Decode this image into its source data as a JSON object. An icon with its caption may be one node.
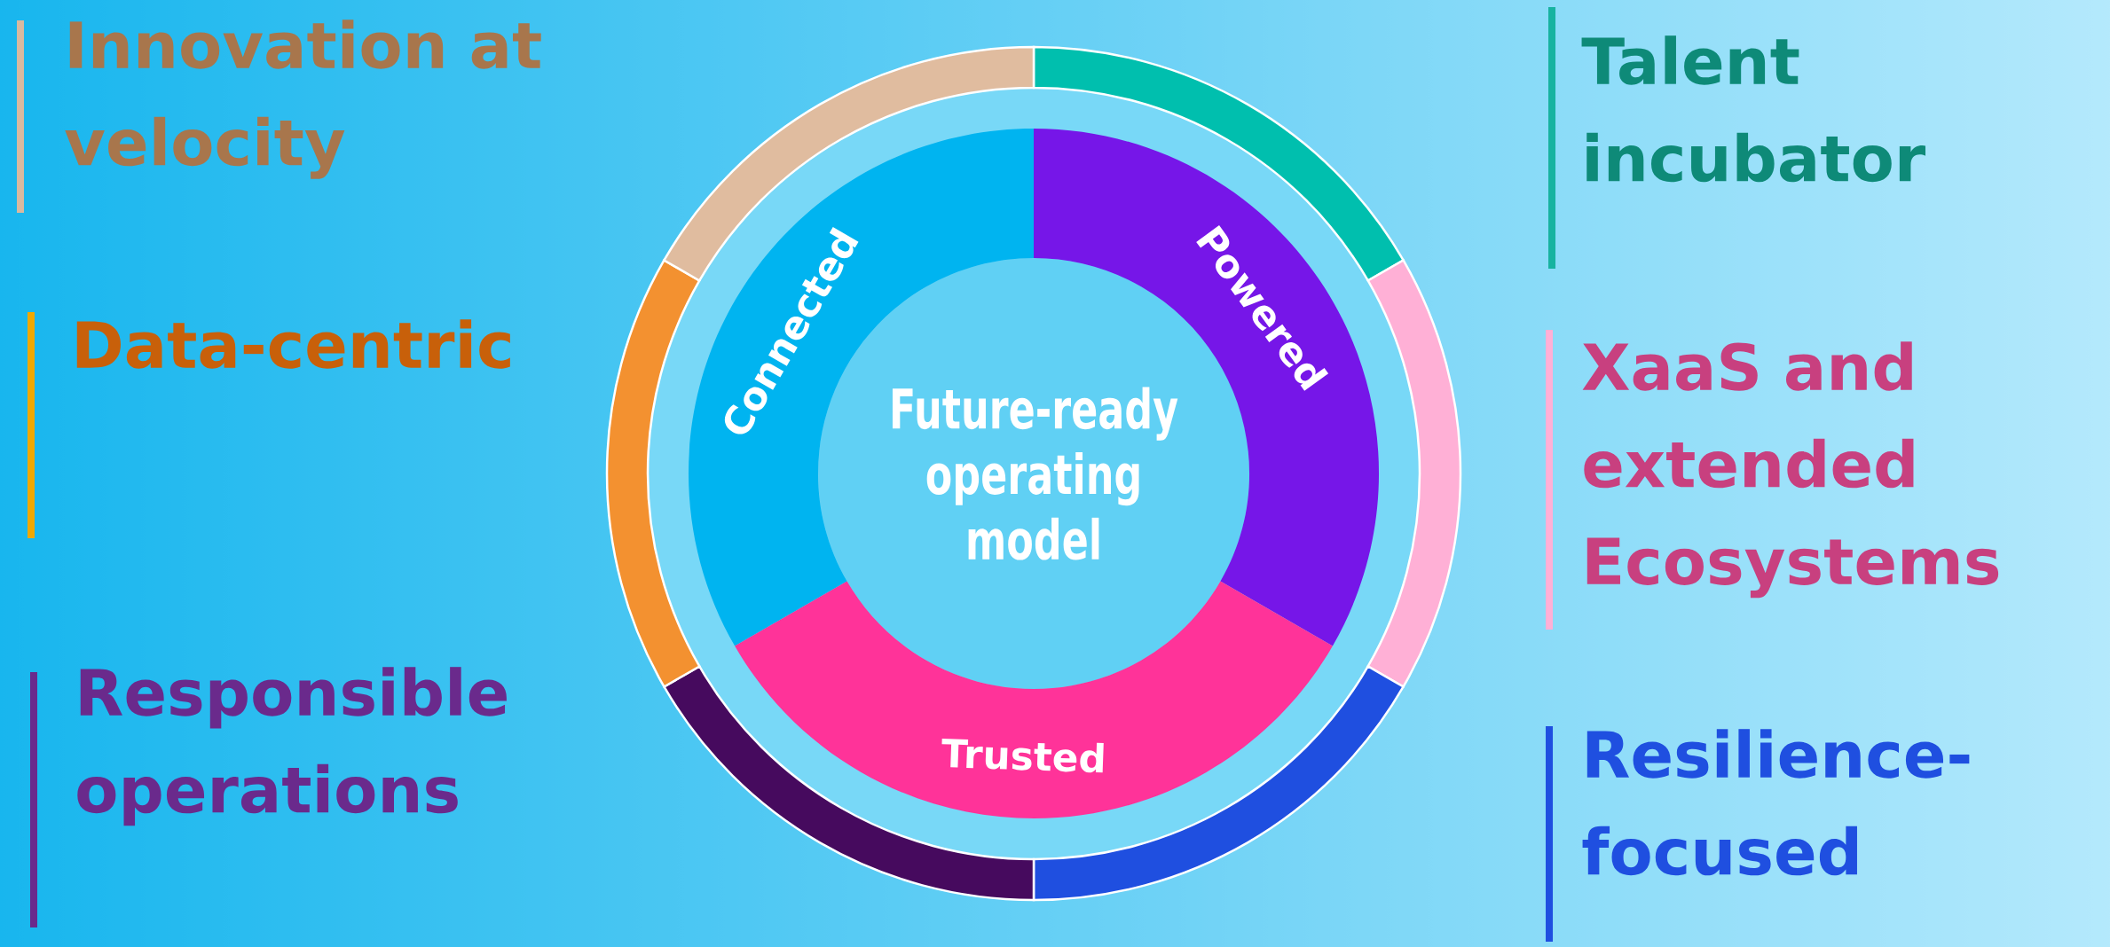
{
  "diagram": {
    "nodes": [
      {
        "text": [
          "Future-ready operating model"
        ]
      },
      {
        "text": [
          "Connected"
        ]
      },
      {
        "text": [
          "Powered"
        ]
      },
      {
        "text": [
          "Trusted"
        ]
      },
      {
        "text": [],
        "shape": "arc"
      },
      {
        "text": [],
        "shape": "arc"
      },
      {
        "text": [],
        "shape": "arc"
      },
      {
        "text": [],
        "shape": "arc"
      },
      {
        "text": [],
        "shape": "arc"
      },
      {
        "text": [],
        "shape": "arc"
      }
    ],
    "labels": [
      "Innovation at velocity",
      "Talent incubator",
      "Data-centric",
      "XaaS and extended Ecosystems",
      "Responsible operations",
      "Resilience-focused"
    ]
  }
}
